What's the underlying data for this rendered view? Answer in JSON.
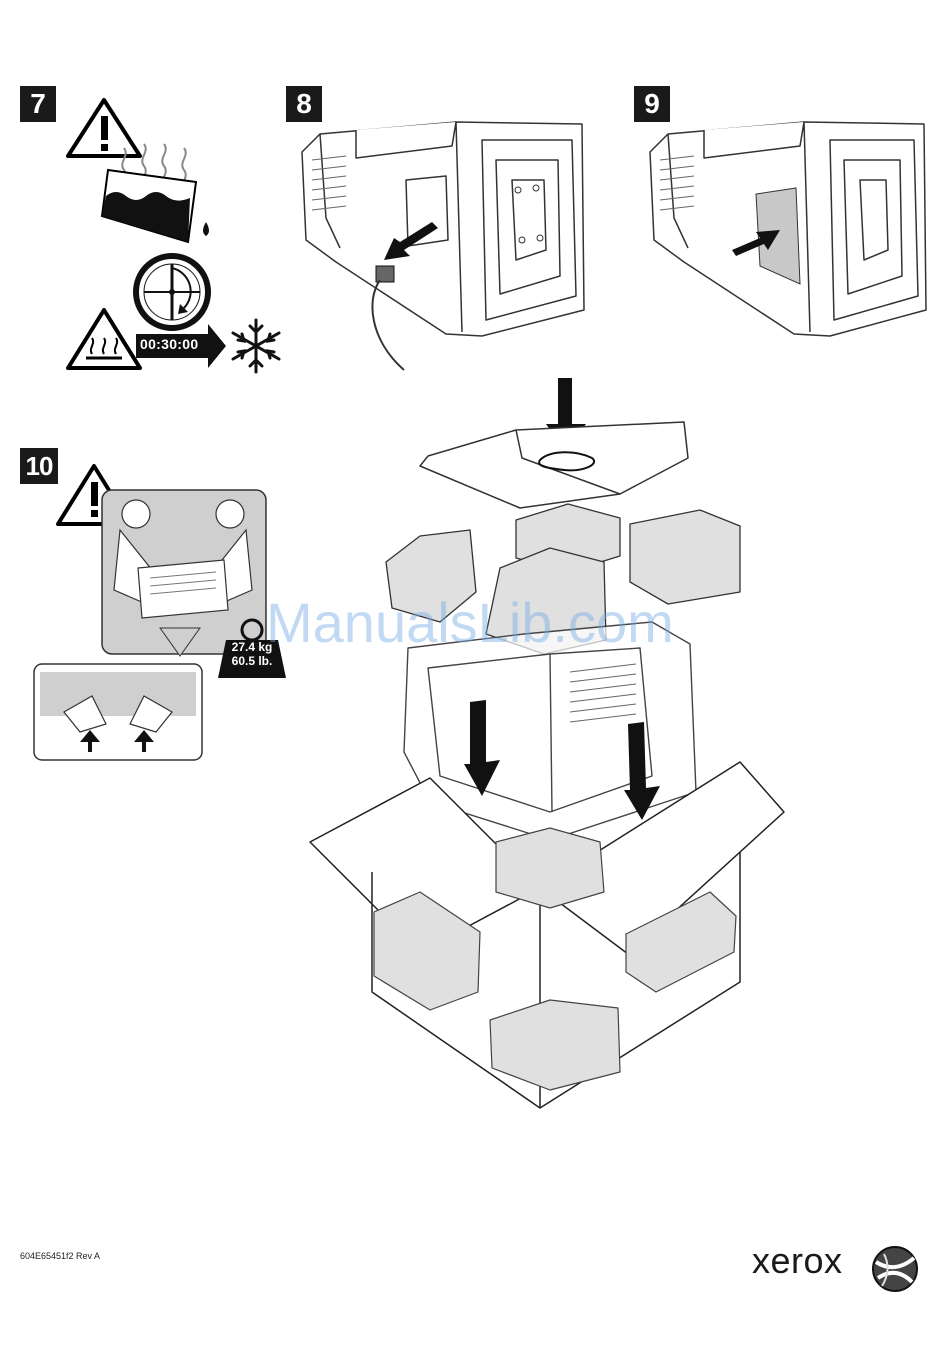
{
  "steps": [
    {
      "number": "7"
    },
    {
      "number": "8"
    },
    {
      "number": "9"
    },
    {
      "number": "10"
    }
  ],
  "step7": {
    "cooldown_time": "00:30:00",
    "icons": [
      "warning-icon",
      "hot-ink-icon",
      "clock-icon",
      "hot-surface-icon",
      "arrow-icon",
      "snowflake-icon"
    ]
  },
  "step10": {
    "weight_kg": "27.4 kg",
    "weight_lb": "60.5 lb."
  },
  "footer": {
    "doc_code": "604E65451f2 Rev A",
    "brand": "xerox"
  },
  "watermark": "ManualsLib.com",
  "colors": {
    "badge": "#1a1a1a",
    "foam": "#e0e0e0",
    "watermark": "#78aae6"
  }
}
